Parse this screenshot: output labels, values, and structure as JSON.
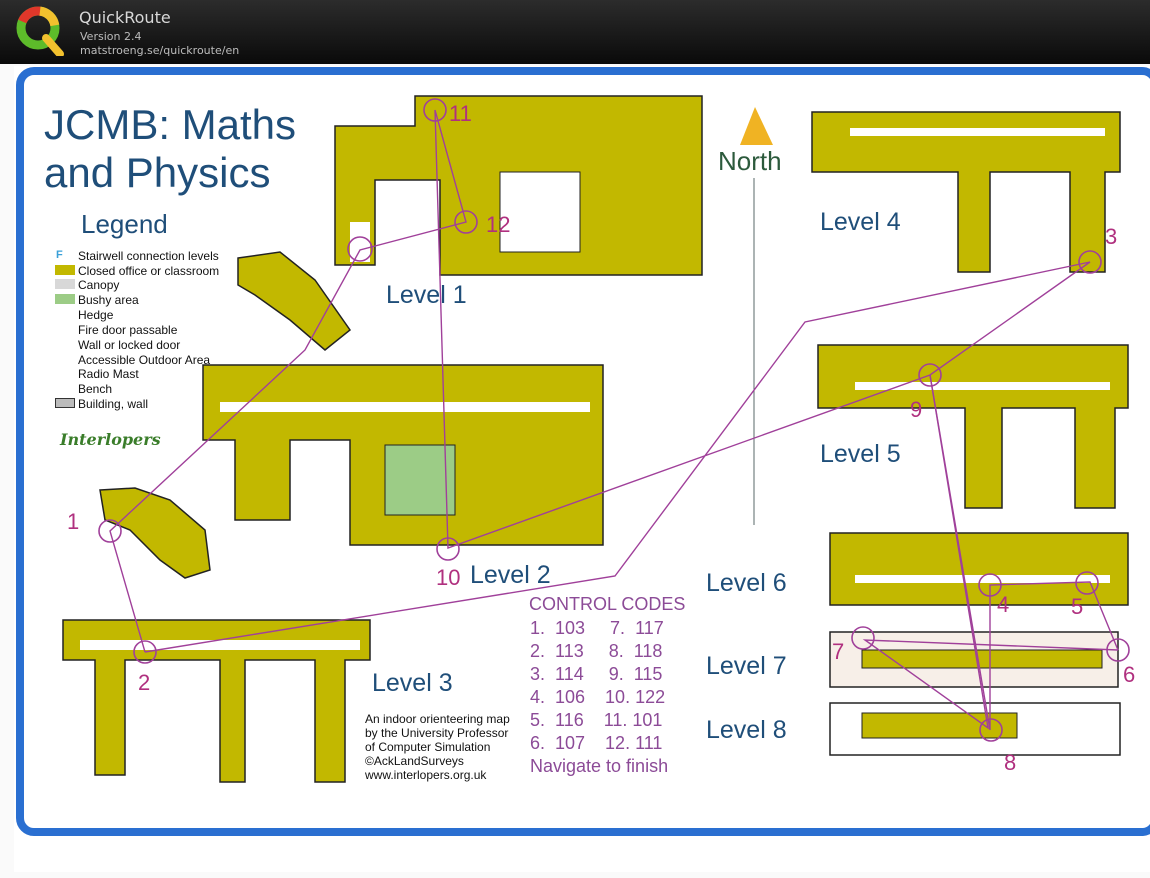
{
  "app": {
    "name": "QuickRoute",
    "version": "Version 2.4",
    "url": "matstroeng.se/quickroute/en"
  },
  "map": {
    "title_line1": "JCMB:  Maths",
    "title_line2": "and Physics",
    "north_label": "North",
    "legend": {
      "title": "Legend",
      "items": [
        "Stairwell connection levels",
        "Closed office or classroom",
        "Canopy",
        "Bushy area",
        "Hedge",
        "Fire door   passable",
        "Wall or locked door",
        "Accessible Outdoor Area",
        "Radio Mast",
        "Bench",
        "Building, wall"
      ]
    },
    "logo_text": "Interlopers",
    "levels": [
      "Level 1",
      "Level 2",
      "Level 3",
      "Level 4",
      "Level 5",
      "Level 6",
      "Level 7",
      "Level 8"
    ],
    "controls": [
      "1",
      "2",
      "3",
      "4",
      "5",
      "6",
      "7",
      "8",
      "9",
      "10",
      "11",
      "12"
    ],
    "control_codes": {
      "title": "CONTROL CODES",
      "rows": [
        "1.  103     7.  117",
        "2.  113     8.  118",
        "3.  114     9.  115",
        "4.  106    10. 122",
        "5.  116    11. 101",
        "6.  107    12. 111"
      ],
      "finish": "Navigate to finish"
    },
    "credit": [
      "An indoor orienteering map",
      "by the University Professor",
      "of Computer Simulation",
      "©AckLandSurveys",
      "www.interlopers.org.uk"
    ],
    "colors": {
      "building": "#c2b800",
      "route": "#a0409a",
      "text_blue": "#1f4e79",
      "frame": "#2a6fd1",
      "stair_letter": "#3aa0d8"
    }
  }
}
